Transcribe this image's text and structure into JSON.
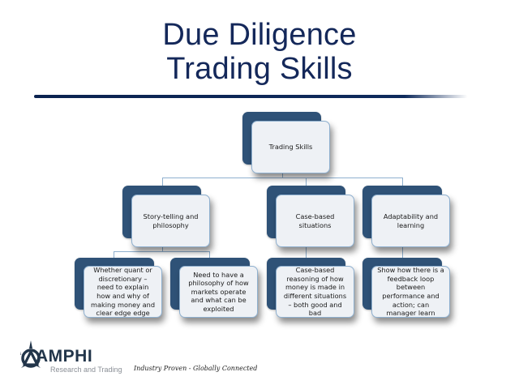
{
  "slide": {
    "title_line1": "Due Diligence",
    "title_line2": "Trading Skills"
  },
  "diagram": {
    "root": {
      "label": "Trading Skills"
    },
    "level2": [
      {
        "label": "Story-telling and philosophy"
      },
      {
        "label": "Case-based situations"
      },
      {
        "label": "Adaptability and learning"
      }
    ],
    "level3": [
      {
        "parent": 0,
        "label": "Whether quant or discretionary – need to explain how and why of making money and clear edge edge"
      },
      {
        "parent": 0,
        "label": "Need to have a philosophy of how markets operate and what can be exploited"
      },
      {
        "parent": 1,
        "label": "Case-based reasoning of how money is made in different situations – both good and bad"
      },
      {
        "parent": 2,
        "label": "Show how there is a feedback loop between performance and action; can manager learn"
      }
    ],
    "colors": {
      "node_back": "#2f5277",
      "node_front": "#eef1f5",
      "connector": "#8fb0cf",
      "title": "#14285a"
    }
  },
  "footer": {
    "logo_name": "AMPHI",
    "logo_subtitle": "Research and Trading",
    "logo_icon": "amphi-triangle-circle-logo",
    "tagline": "Industry Proven - Globally Connected"
  }
}
